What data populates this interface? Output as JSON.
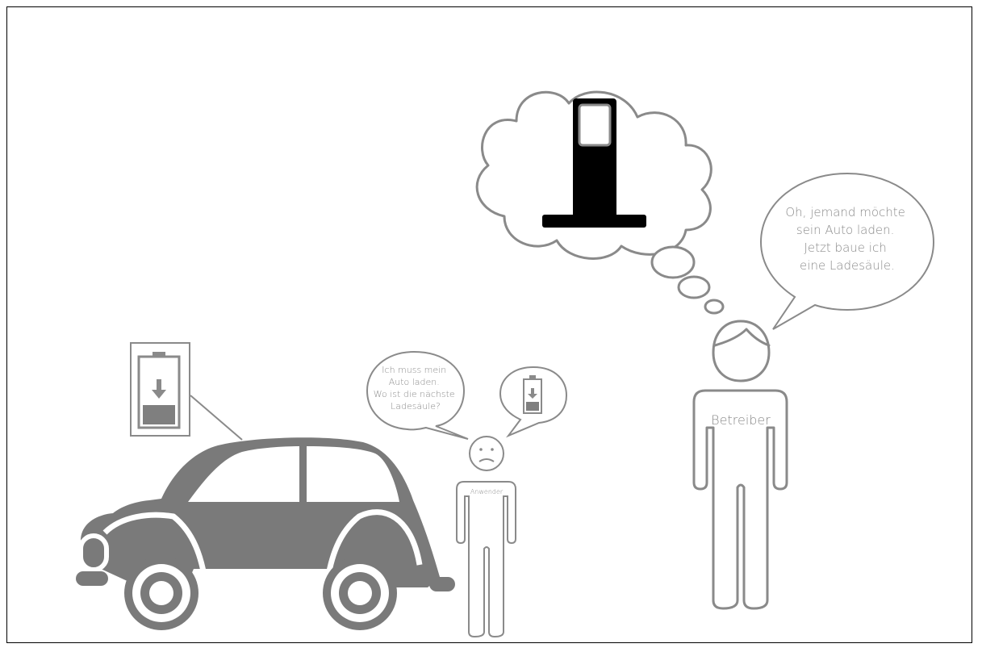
{
  "colors": {
    "outline": "#8a8a8a",
    "car_body": "#7a7a7a",
    "battery_fill": "#7f7f7f",
    "charger": "#000000",
    "text": "#8a8a8a"
  },
  "user": {
    "shirt_label": "Anwender",
    "speech_lines": [
      "Ich muss mein",
      "Auto laden.",
      "Wo ist die nächste",
      "Ladesäule?"
    ],
    "thought_icon": "battery-low-icon",
    "expression": "sad"
  },
  "operator": {
    "shirt_label": "Betreiber",
    "speech_lines": [
      "Oh, jemand möchte",
      "sein Auto laden.",
      "Jetzt baue ich",
      "eine Ladesäule."
    ],
    "thought_icon": "charging-station-icon"
  },
  "car": {
    "battery_icon": "battery-low-icon"
  }
}
